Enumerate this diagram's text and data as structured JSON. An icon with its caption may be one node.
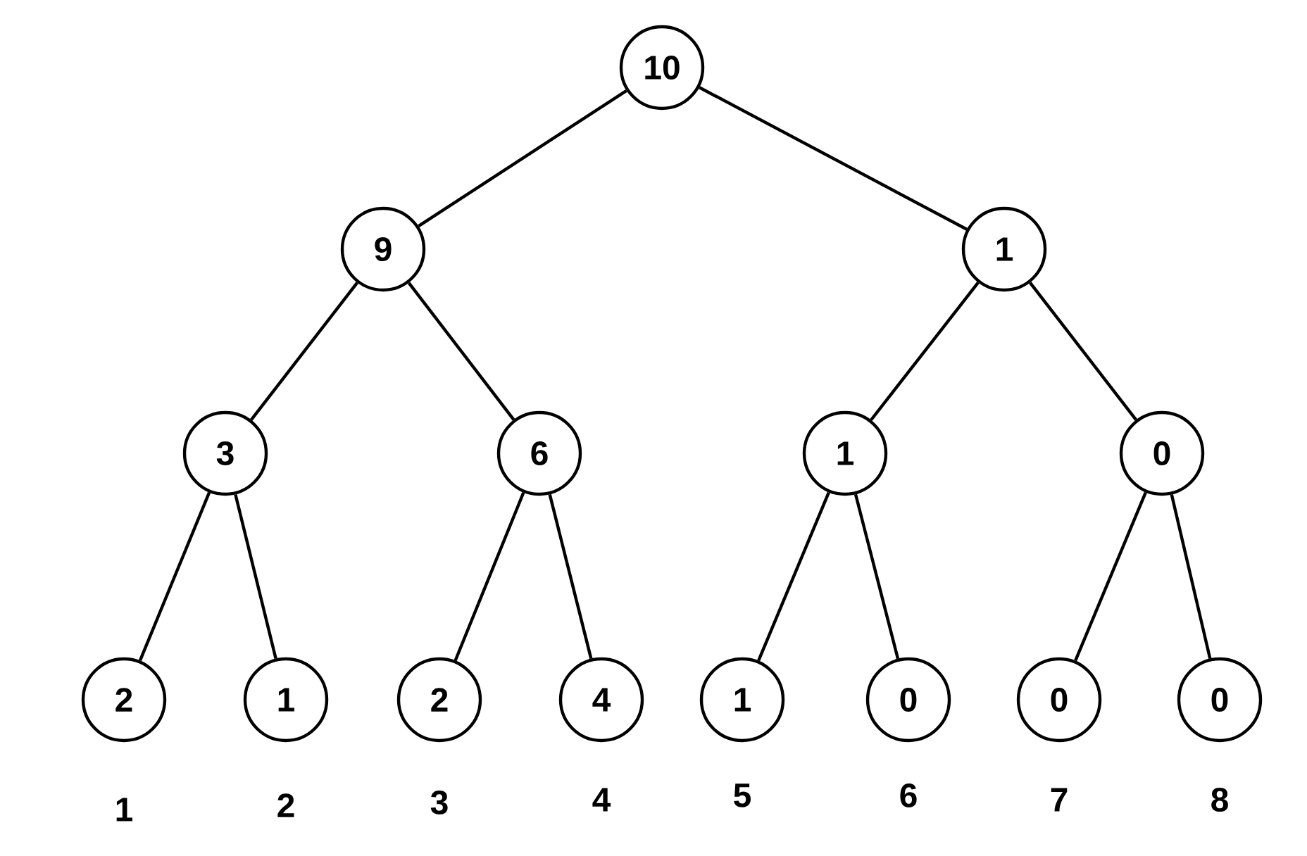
{
  "diagram": {
    "nodes": [
      {
        "text": [
          "10"
        ]
      },
      {
        "text": [
          "9"
        ]
      },
      {
        "text": [
          "1"
        ]
      },
      {
        "text": [
          "3"
        ]
      },
      {
        "text": [
          "6"
        ]
      },
      {
        "text": [
          "1"
        ]
      },
      {
        "text": [
          "0"
        ]
      },
      {
        "text": [
          "2"
        ],
        "beside": [
          "1"
        ]
      },
      {
        "text": [
          "1"
        ],
        "beside": [
          "2"
        ]
      },
      {
        "text": [
          "2"
        ],
        "beside": [
          "3"
        ]
      },
      {
        "text": [
          "4"
        ],
        "beside": [
          "4"
        ]
      },
      {
        "text": [
          "1"
        ],
        "beside": [
          "5"
        ]
      },
      {
        "text": [
          "0"
        ],
        "beside": [
          "6"
        ]
      },
      {
        "text": [
          "0"
        ],
        "beside": [
          "7"
        ]
      },
      {
        "text": [
          "0"
        ],
        "beside": [
          "8"
        ]
      }
    ],
    "edges": [
      {
        "from": 0,
        "to": 1,
        "arrow": "none"
      },
      {
        "from": 0,
        "to": 2,
        "arrow": "none"
      },
      {
        "from": 1,
        "to": 3,
        "arrow": "none"
      },
      {
        "from": 1,
        "to": 4,
        "arrow": "none"
      },
      {
        "from": 2,
        "to": 5,
        "arrow": "none"
      },
      {
        "from": 2,
        "to": 6,
        "arrow": "none"
      },
      {
        "from": 3,
        "to": 7,
        "arrow": "none"
      },
      {
        "from": 3,
        "to": 8,
        "arrow": "none"
      },
      {
        "from": 4,
        "to": 9,
        "arrow": "none"
      },
      {
        "from": 4,
        "to": 10,
        "arrow": "none"
      },
      {
        "from": 5,
        "to": 11,
        "arrow": "none"
      },
      {
        "from": 5,
        "to": 12,
        "arrow": "none"
      },
      {
        "from": 6,
        "to": 13,
        "arrow": "none"
      },
      {
        "from": 6,
        "to": 14,
        "arrow": "none"
      }
    ]
  }
}
